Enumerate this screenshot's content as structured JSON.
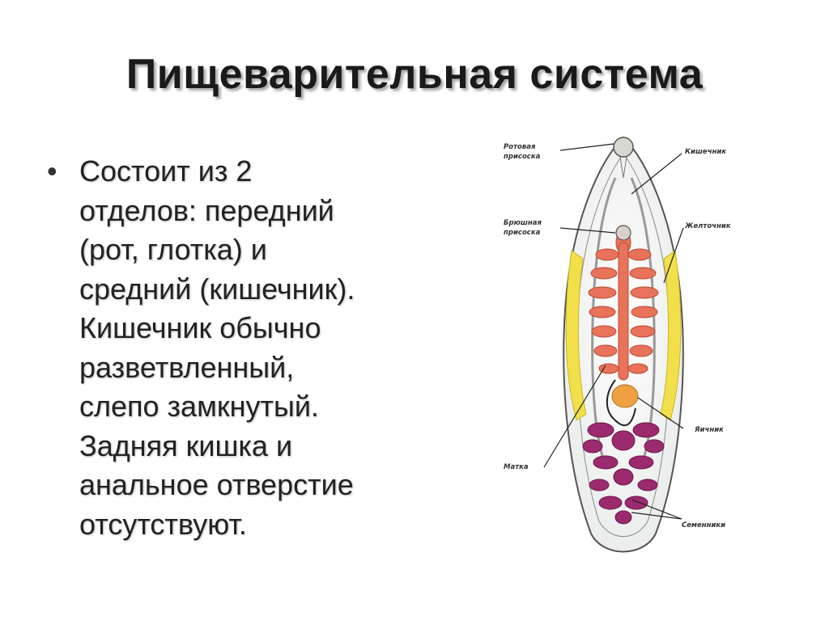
{
  "slide": {
    "title": "Пищеварительная система",
    "bullet_marker": "•",
    "bullet_text": "Состоит из 2\nотделов: передний\n(рот, глотка) и\nсредний (кишечник).\nКишечник обычно\nразветвленный,\nслепо замкнутый.\nЗадняя кишка и\nанальное отверстие\nотсутствуют."
  },
  "diagram": {
    "labels": {
      "oral_sucker_1": "Ротовая",
      "oral_sucker_2": "присоска",
      "ventral_sucker_1": "Брюшная",
      "ventral_sucker_2": "присоска",
      "intestine": "Кишечник",
      "vitellarium": "Желточник",
      "ovary": "Яичник",
      "uterus": "Матка",
      "testes": "Семенники"
    },
    "colors": {
      "intestine": "#e8735a",
      "vitellarium": "#f2e04a",
      "testes": "#9c2a6e",
      "ovary": "#f0a040",
      "body_outline": "#555555"
    }
  }
}
